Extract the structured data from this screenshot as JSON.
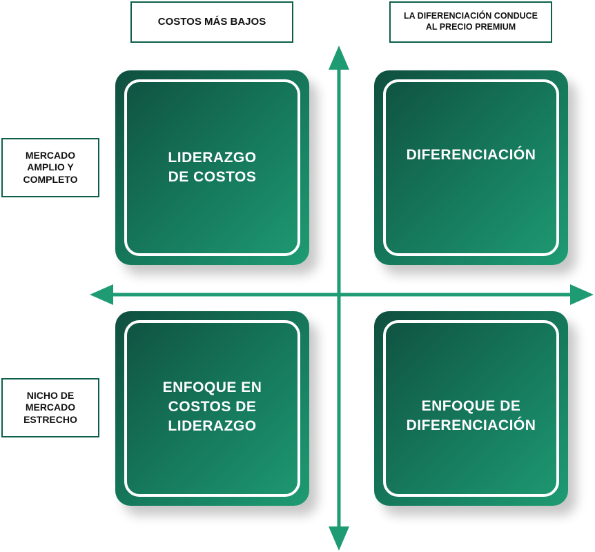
{
  "colors": {
    "arrow": "#1e9b73",
    "box_border": "#0c5f4a",
    "card_dark": "#0f4f3f",
    "card_light": "#1e9b73",
    "text_dark": "#111111"
  },
  "top_labels": {
    "left": "COSTOS MÁS BAJOS",
    "right": "LA DIFERENCIACIÓN CONDUCE\nAL PRECIO PREMIUM"
  },
  "side_labels": {
    "top": "MERCADO\nAMPLIO Y\nCOMPLETO",
    "bottom": "NICHO DE\nMERCADO\nESTRECHO"
  },
  "quadrants": {
    "top_left": "LIDERAZGO\nDE COSTOS",
    "top_right": "DIFERENCIACIÓN",
    "bottom_left": "ENFOQUE EN\nCOSTOS DE\nLIDERAZGO",
    "bottom_right": "ENFOQUE DE\nDIFERENCIACIÓN"
  }
}
